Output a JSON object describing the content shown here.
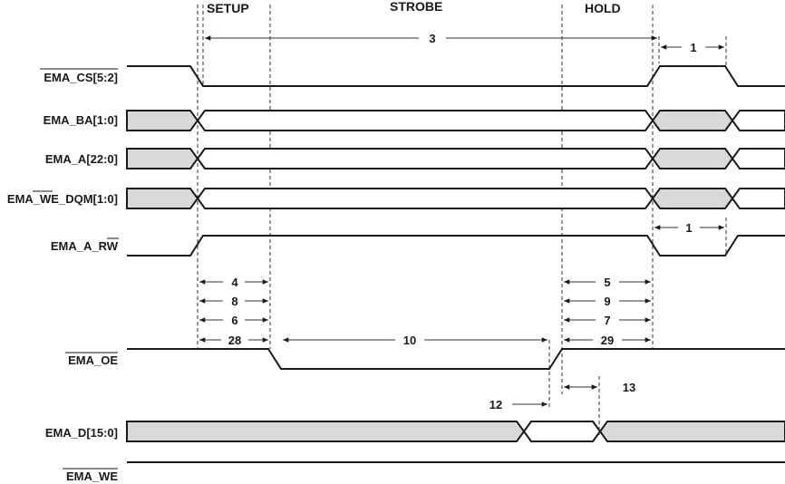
{
  "phases": {
    "setup": "SETUP",
    "strobe": "STROBE",
    "hold": "HOLD"
  },
  "signals": {
    "cs": {
      "prefix": "",
      "over": "EMA_CS[5:2]",
      "suffix": ""
    },
    "ba": {
      "prefix": "EMA_BA[1:0]",
      "over": "",
      "suffix": ""
    },
    "a": {
      "prefix": "EMA_A[22:0]",
      "over": "",
      "suffix": ""
    },
    "wedqm": {
      "prefix": "EMA_",
      "over": "WE",
      "suffix": "_DQM[1:0]"
    },
    "arw": {
      "prefix": "EMA_A_R",
      "over": "W",
      "suffix": ""
    },
    "oe": {
      "prefix": "",
      "over": "EMA_OE",
      "suffix": ""
    },
    "d": {
      "prefix": "EMA_D[15:0]",
      "over": "",
      "suffix": ""
    },
    "we": {
      "prefix": "",
      "over": "EMA_WE",
      "suffix": ""
    }
  },
  "params": {
    "p3": "3",
    "p1a": "1",
    "p1b": "1",
    "p4": "4",
    "p8": "8",
    "p6": "6",
    "p28": "28",
    "p5": "5",
    "p9": "9",
    "p7": "7",
    "p29": "29",
    "p10": "10",
    "p12": "12",
    "p13": "13"
  }
}
